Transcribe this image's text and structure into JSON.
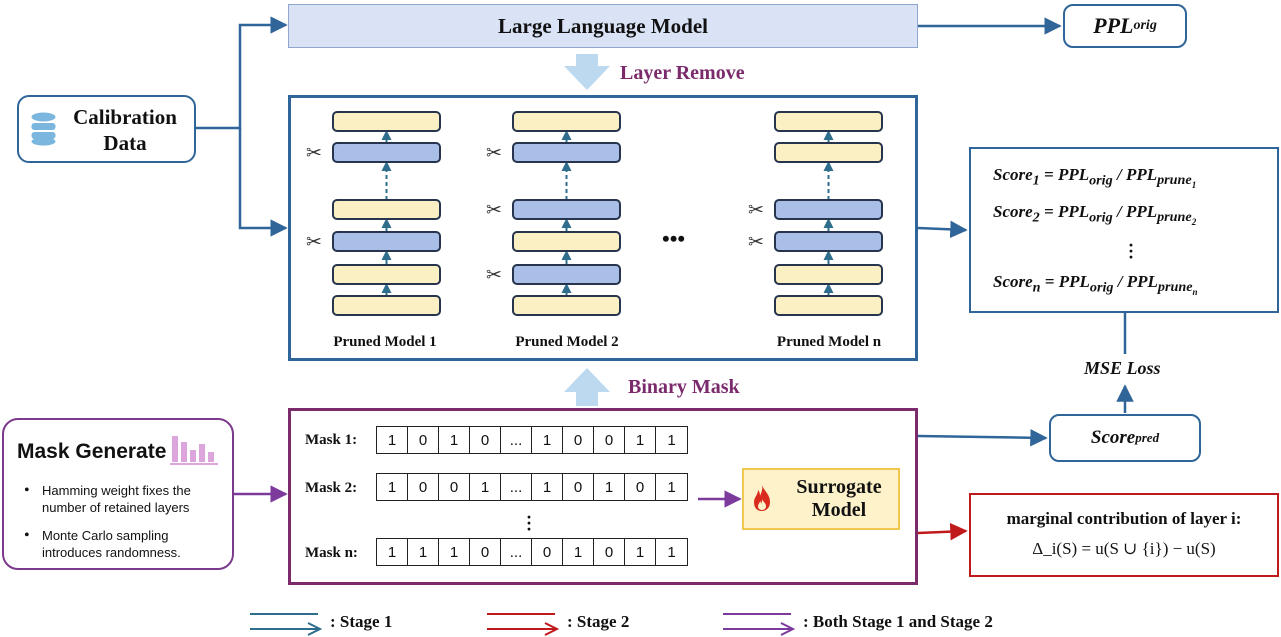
{
  "llm": {
    "label": "Large Language Model"
  },
  "ppl_orig": {
    "base": "PPL",
    "sub": "orig"
  },
  "calibration": {
    "line1": "Calibration",
    "line2": "Data"
  },
  "layer_remove": "Layer Remove",
  "binary_mask": "Binary Mask",
  "pruned_models": [
    {
      "caption": "Pruned Model 1"
    },
    {
      "caption": "Pruned Model 2"
    },
    {
      "caption": "Pruned Model n"
    }
  ],
  "middle_dots": "•••",
  "scores": [
    {
      "name": "Score",
      "idx": "1",
      "eq": "= ",
      "orig": "PPL",
      "orig_sub": "orig",
      "slash": " / ",
      "prune": "PPL",
      "prune_sub": "prune",
      "prune_idx": "1"
    },
    {
      "name": "Score",
      "idx": "2",
      "eq": "= ",
      "orig": "PPL",
      "orig_sub": "orig",
      "slash": " / ",
      "prune": "PPL",
      "prune_sub": "prune",
      "prune_idx": "2"
    },
    {
      "name": "Score",
      "idx": "n",
      "eq": "= ",
      "orig": "PPL",
      "orig_sub": "orig",
      "slash": " / ",
      "prune": "PPL",
      "prune_sub": "prune",
      "prune_idx": "n"
    }
  ],
  "mse_loss": "MSE Loss",
  "score_pred": {
    "base": "Score",
    "sub": "pred"
  },
  "mask_generate": {
    "title": "Mask Generate",
    "bullets": [
      "Hamming weight fixes the number of retained layers",
      "Monte Carlo sampling introduces randomness."
    ]
  },
  "masks": [
    {
      "label": "Mask 1:",
      "bits": [
        "1",
        "0",
        "1",
        "0",
        "...",
        "1",
        "0",
        "0",
        "1",
        "1"
      ]
    },
    {
      "label": "Mask 2:",
      "bits": [
        "1",
        "0",
        "0",
        "1",
        "...",
        "1",
        "0",
        "1",
        "0",
        "1"
      ]
    },
    {
      "label": "Mask n:",
      "bits": [
        "1",
        "1",
        "1",
        "0",
        "...",
        "0",
        "1",
        "0",
        "1",
        "1"
      ]
    }
  ],
  "surrogate": {
    "line1": "Surrogate",
    "line2": "Model"
  },
  "marginal": {
    "title": "marginal contribution of layer i:",
    "formula": "Δ_i(S) = u(S ∪ {i}) − u(S)"
  },
  "legend": [
    {
      "label": ": Stage 1",
      "color": "#2f6d8c"
    },
    {
      "label": ": Stage 2",
      "color": "#c0191c"
    },
    {
      "label": ": Both Stage 1 and Stage 2",
      "color": "#7b3a9c"
    }
  ],
  "colors": {
    "blue": "#2f6598",
    "purple": "#7b2a6c",
    "red": "#c0191c",
    "layer_blue": "#a9bfe8",
    "layer_yellow": "#fbefc4"
  }
}
